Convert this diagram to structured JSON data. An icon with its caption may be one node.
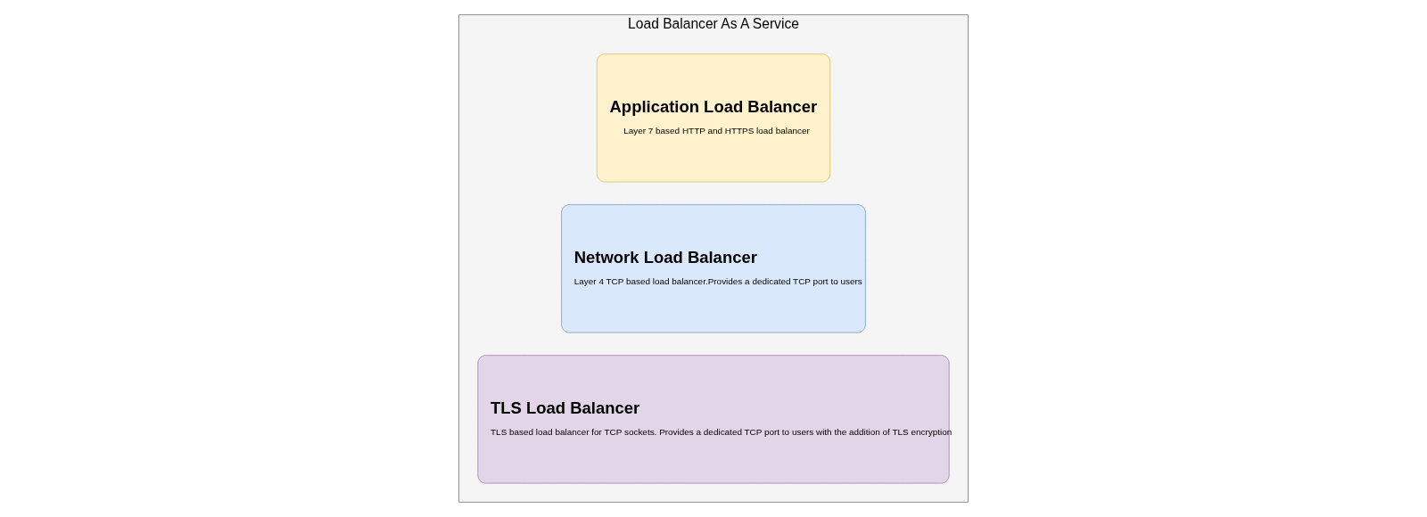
{
  "diagram": {
    "nodes": [
      {
        "text": [
          "Load Balancer As A Service"
        ]
      },
      {
        "text": [
          "Application Load Balancer",
          "Layer 7 based HTTP and HTTPS load balancer"
        ],
        "in": 0
      },
      {
        "text": [
          "Network Load Balancer",
          "Layer 4 TCP based load balancer.Provides a dedicated TCP port to users"
        ],
        "in": 0
      },
      {
        "text": [
          "TLS Load Balancer",
          "TLS based load balancer for TCP sockets. Provides a dedicated TCP port to users with the addition of TLS encryption"
        ],
        "in": 0
      }
    ],
    "edges": []
  }
}
